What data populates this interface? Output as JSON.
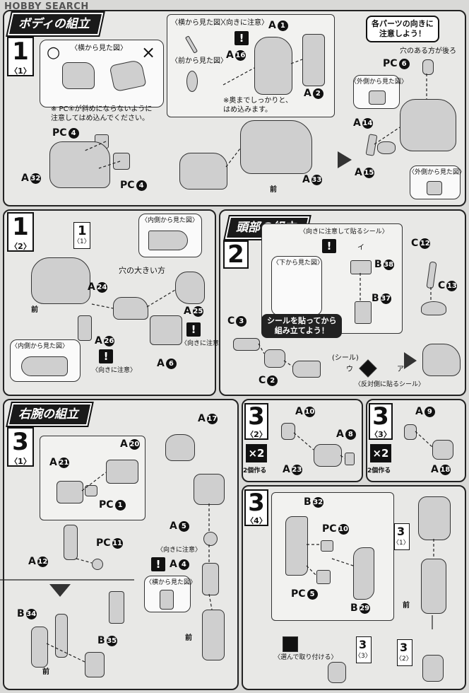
{
  "watermark": "HOBBY SEARCH",
  "sections": {
    "body": {
      "title": "ボディの組立",
      "step": "1",
      "sub": "〈1〉",
      "side_view": "〈横から見た図〉",
      "ok_mark": "○",
      "ng_mark": "×",
      "pc4_note": "※ PC④が斜めにならないように\n注意してはめ込んでください。",
      "labels": {
        "pc4a": "PC",
        "pc4b": "PC",
        "a32": "A",
        "a1": "A",
        "a16": "A",
        "a2": "A",
        "a33": "A"
      },
      "side_view2": "〈横から見た図〉",
      "front_view": "〈前から見た図〉",
      "direction_note": "〈向きに注意〉",
      "push_note": "※奥までしっかりと、\nはめ込みます。",
      "front": "前"
    },
    "body_right": {
      "callout": "各パーツの向きに\n注意しよう！",
      "hole_note": "穴のある方が後ろ",
      "outer_view": "〈外側から見た図〉",
      "outer_view2": "〈外側から見た図〉",
      "labels": {
        "pc6": "PC",
        "a14": "A",
        "a15": "A"
      }
    },
    "step1_2": {
      "step": "1",
      "sub": "〈2〉",
      "ref_step": "1",
      "ref_sub": "〈1〉",
      "inner_view": "〈内側から見た図〉",
      "inner_view2": "〈内側から見た図〉",
      "big_hole": "穴の大きい方",
      "direction_note": "〈向きに注意〉",
      "direction_note2": "〈向きに注意〉",
      "front": "前",
      "labels": {
        "a24": "A",
        "a25": "A",
        "a26": "A",
        "a6": "A"
      }
    },
    "head": {
      "title": "頭部の組立",
      "step": "2",
      "sticker_note": "〈向きに注意して貼るシール〉",
      "bottom_view": "〈下から見た図〉",
      "callout": "シールを貼ってから\n組み立てよう！",
      "sticker": "(シール)",
      "reverse_note": "〈反対側に貼るシール〉",
      "labels": {
        "b38": "B",
        "b37": "B",
        "c3": "C",
        "c2": "C",
        "c12": "C",
        "c13": "C"
      }
    },
    "arm": {
      "title": "右腕の組立",
      "step": "3",
      "sub": "〈1〉",
      "labels": {
        "a17": "A",
        "a20": "A",
        "a21": "A",
        "pc1": "PC",
        "a5": "A",
        "a4": "A",
        "pc11": "PC",
        "a12": "A",
        "b34": "B",
        "b35": "B"
      },
      "direction_note": "〈向きに注意〉",
      "side_view": "〈横から見た図〉",
      "front": "前"
    },
    "step3_2": {
      "step": "3",
      "sub": "〈2〉",
      "x2": "×2",
      "make2": "2個作る",
      "labels": {
        "a10": "A",
        "a8": "A",
        "a23": "A"
      }
    },
    "step3_3": {
      "step": "3",
      "sub": "〈3〉",
      "x2": "×2",
      "make2": "2個作る",
      "labels": {
        "a9": "A",
        "a18": "A"
      }
    },
    "step3_4": {
      "step": "3",
      "sub": "〈4〉",
      "labels": {
        "b32": "B",
        "pc10": "PC",
        "pc5": "PC",
        "b29": "B"
      },
      "ref1_step": "3",
      "ref1_sub": "〈1〉",
      "ref3_step": "3",
      "ref3_sub": "〈3〉",
      "ref2_step": "3",
      "ref2_sub": "〈2〉",
      "choose_note": "〈選んで取り付ける〉",
      "front": "前"
    }
  },
  "nums": {
    "pc4": "4",
    "a32": "32",
    "a1": "1",
    "a16": "16",
    "a2": "2",
    "a33": "33",
    "pc6": "6",
    "a14": "14",
    "a15": "15",
    "a24": "24",
    "a25": "25",
    "a26": "26",
    "a6": "6",
    "b38": "38",
    "b37": "37",
    "c3": "3",
    "c2": "2",
    "c12": "12",
    "c13": "13",
    "a17": "17",
    "a20": "20",
    "a21": "21",
    "pc1": "1",
    "a5": "5",
    "a4": "4",
    "pc11": "11",
    "a12": "12",
    "b34": "34",
    "b35": "35",
    "a10": "10",
    "a8": "8",
    "a23": "23",
    "a9": "9",
    "a18": "18",
    "b32": "32",
    "pc10": "10",
    "pc5": "5",
    "b29": "29"
  },
  "stickers": {
    "i": "イ",
    "u": "ウ",
    "a": "ア"
  }
}
